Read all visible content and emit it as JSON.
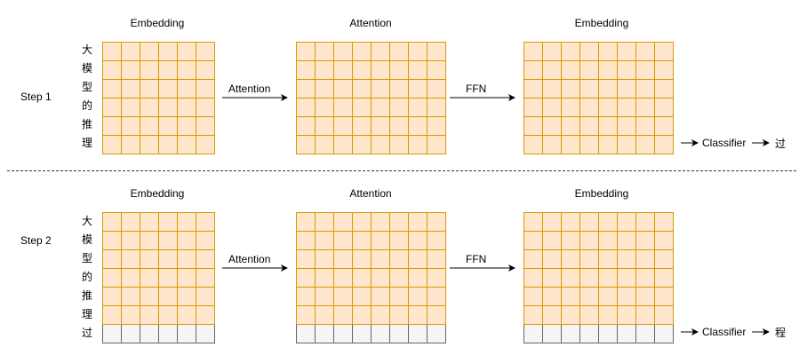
{
  "steps": [
    {
      "step_label": "Step 1",
      "tokens": [
        "大",
        "模",
        "型",
        "的",
        "推",
        "理"
      ],
      "stage_headers": [
        "Embedding",
        "Attention",
        "Embedding"
      ],
      "op_labels": [
        "Attention",
        "FFN"
      ],
      "classifier_label": "Classifier",
      "output_token": "过"
    },
    {
      "step_label": "Step 2",
      "tokens": [
        "大",
        "模",
        "型",
        "的",
        "推",
        "理",
        "过"
      ],
      "stage_headers": [
        "Embedding",
        "Attention",
        "Embedding"
      ],
      "op_labels": [
        "Attention",
        "FFN"
      ],
      "classifier_label": "Classifier",
      "output_token": "程"
    }
  ],
  "grid_style": {
    "cell_fill": "#ffe6cc",
    "cell_stroke": "#d79b00",
    "new_row_fill": "#f5f5f5",
    "new_row_stroke": "#666666"
  }
}
